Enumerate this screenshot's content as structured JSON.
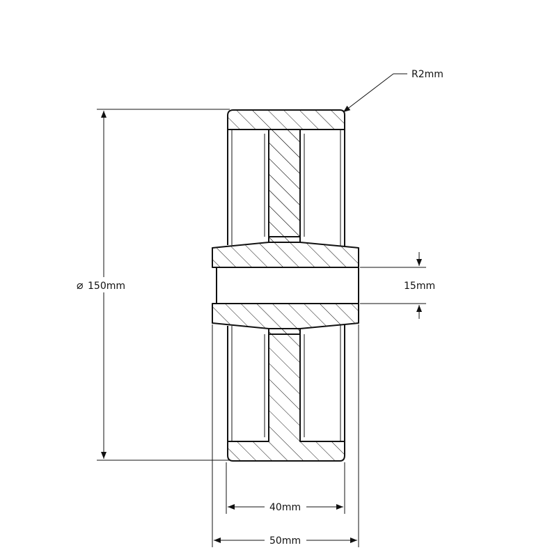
{
  "dimensions": {
    "radius": "R2mm",
    "diameter": "150mm",
    "diameter_symbol": "⌀",
    "bore": "15mm",
    "inner_width": "40mm",
    "outer_width": "50mm"
  },
  "colors": {
    "line": "#111111",
    "background": "#ffffff"
  }
}
